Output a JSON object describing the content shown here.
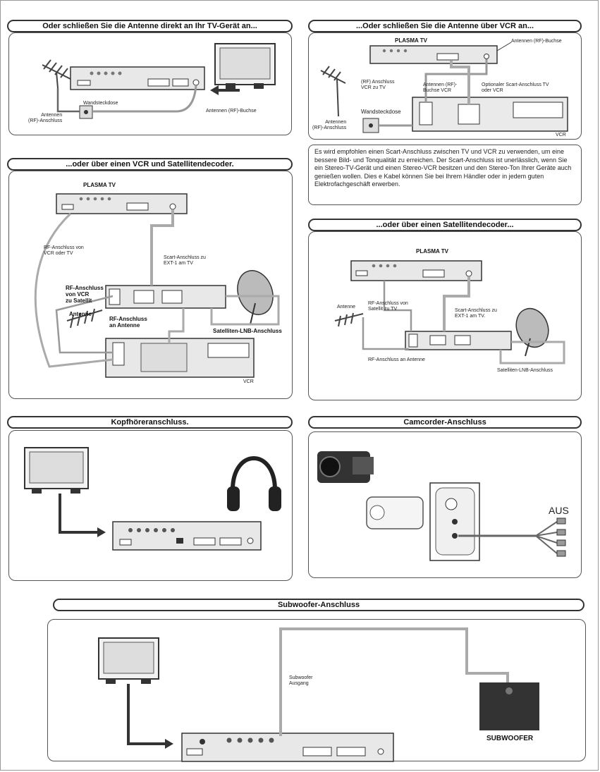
{
  "sections": {
    "direct": {
      "title": "Oder schließen Sie die Antenne direkt an Ihr TV-Gerät an...",
      "labels": {
        "wall": "Wandsteckdose",
        "antenna": "Antennen\n(RF)-Anschluss",
        "rf_jack": "Antennen (RF)-Buchse"
      }
    },
    "vcr": {
      "title": "...Oder schließen Sie die Antenne über VCR an...",
      "labels": {
        "plasma": "PLASMA TV",
        "rf_jack": "Antennen (RF)-Buchse",
        "rf_vcr_tv": "(RF) Anschluss\nVCR zu TV",
        "rf_jack_vcr": "Antennen (RF)-\nBuchse VCR",
        "scart_opt": "Optionaler Scart-Anschluss TV\noder VCR",
        "wall": "Wandsteckdose",
        "antenna": "Antennen\n(RF)-Anschluss",
        "vcr": "VCR"
      },
      "note": "Es wird empfohlen einen Scart-Anschluss zwischen TV und VCR zu verwenden, um eine bessere Bild- und Tonqualität zu erreichen. Der Scart-Anschluss ist unerlässlich, wenn Sie ein Stereo-TV-Gerät und einen Stereo-VCR besitzen und den Stereo-Ton Ihrer Geräte auch genießen wollen. Dies e Kabel können Sie bei Ihrem Händler oder in jedem guten Elektrofachgeschäft erwerben."
    },
    "vcr_sat": {
      "title": "...oder über einen VCR und Satellitendecoder.",
      "labels": {
        "plasma": "PLASMA TV",
        "rf_vcr": "RF-Anschluss von\nVCR oder TV",
        "scart": "Scart-Anschluss zu\nEXT-1 am TV",
        "rf_sat": "RF-Anschluss\nvon VCR\nzu Satellit",
        "antenna": "Antenne",
        "rf_ant": "RF-Anschluss\nan Antenne",
        "lnb": "Satelliten-LNB-Anschluss",
        "vcr": "VCR"
      }
    },
    "sat": {
      "title": "...oder über einen Satellitendecoder...",
      "labels": {
        "plasma": "PLASMA TV",
        "antenna": "Antenne",
        "rf_sat": "RF-Anschluss von\nSatellit zu TV",
        "scart": "Scart-Anschluss zu\nEXT-1 am TV.",
        "rf_ant": "RF-Anschluss an Antenne",
        "lnb": "Satelliten-LNB-Anschluss"
      }
    },
    "headphone": {
      "title": "Kopfhöreranschluss."
    },
    "camcorder": {
      "title": "Camcorder-Anschluss",
      "labels": {
        "aus": "AUS"
      }
    },
    "subwoofer": {
      "title": "Subwoofer-Anschluss",
      "labels": {
        "out": "Subwoofer\nAusgang",
        "subwoofer": "SUBWOOFER"
      }
    }
  }
}
